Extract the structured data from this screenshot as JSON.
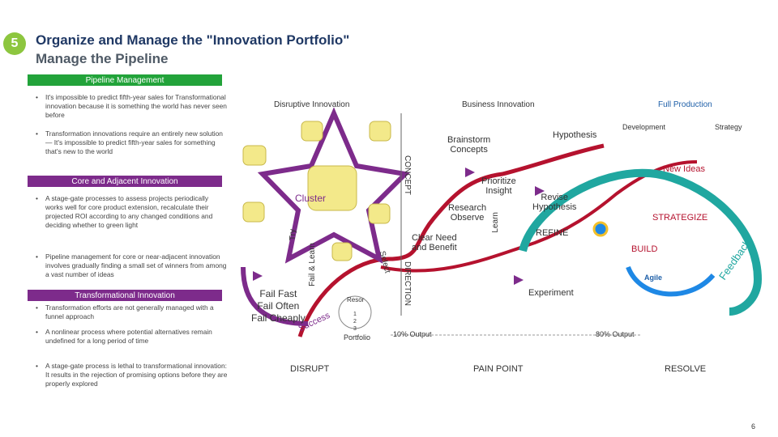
{
  "header": {
    "step_number": "5",
    "title": "Organize and Manage the \"Innovation Portfolio\"",
    "subtitle": "Manage the Pipeline"
  },
  "left_panel": {
    "section1_title": "Pipeline Management",
    "section1_bullets": [
      "It's impossible to predict fifth-year sales for Transformational innovation because it is something the world has never seen before",
      "Transformation innovations require an entirely new solution— It's impossible to predict fifth-year sales for something that's new to the world"
    ],
    "section2_title": "Core and Adjacent Innovation",
    "section2_bullets": [
      "A stage-gate processes to assess projects periodically works well for core product extension, recalculate their projected ROI according to any changed conditions and deciding whether to green light",
      "Pipeline management for core or near-adjacent innovation involves gradually finding a small set of winners from among a vast number of ideas"
    ],
    "section3_title": "Transformational Innovation",
    "section3_bullets": [
      "Transformation efforts are not generally managed with a funnel approach",
      "A nonlinear process where potential alternatives remain undefined for a long period of time",
      "A stage-gate process is lethal to transformational innovation: It results in the rejection of promising options before they are properly explored"
    ]
  },
  "diagram": {
    "top_labels": {
      "disruptive": "Disruptive Innovation",
      "business": "Business Innovation",
      "full_production": "Full Production",
      "development": "Development",
      "strategy": "Strategy"
    },
    "cluster": "Cluster",
    "try": "Try",
    "fail_learn": "Fail & Learn",
    "select": "Select",
    "concept": "CONCEPT",
    "direction": "DIRECTION",
    "fail_fast": [
      "Fail Fast",
      "Fail Often",
      "Fail Cheaply"
    ],
    "success": "Success",
    "resources": "Resor",
    "portfolio_items": [
      "1",
      "2",
      "3"
    ],
    "portfolio": "Portfolio",
    "brainstorm": [
      "Brainstorm",
      "Concepts"
    ],
    "research": [
      "Research",
      "Observe"
    ],
    "clear_need": [
      "Clear Need",
      "and Benefit"
    ],
    "learn": "Learn",
    "prioritize": [
      "Prioritize",
      "Insight"
    ],
    "hypothesis": "Hypothesis",
    "revise": [
      "Revise",
      "Hypothesis"
    ],
    "refine": "REFINE",
    "experiment": "Experiment",
    "new_ideas": "New Ideas",
    "strategize": "STRATEGIZE",
    "build": "BUILD",
    "agile": "Agile",
    "feedback": "Feedback",
    "output_10": "10% Output",
    "output_80": "80% Output",
    "bottom": {
      "disrupt": "DISRUPT",
      "pain_point": "PAIN POINT",
      "resolve": "RESOLVE"
    }
  },
  "page_number": "6",
  "colors": {
    "green": "#22a33a",
    "purple": "#7d2b8b",
    "crimson": "#b5122e",
    "blue": "#1e88e5",
    "teal": "#20a7a0",
    "yellow": "#f3e98a"
  }
}
